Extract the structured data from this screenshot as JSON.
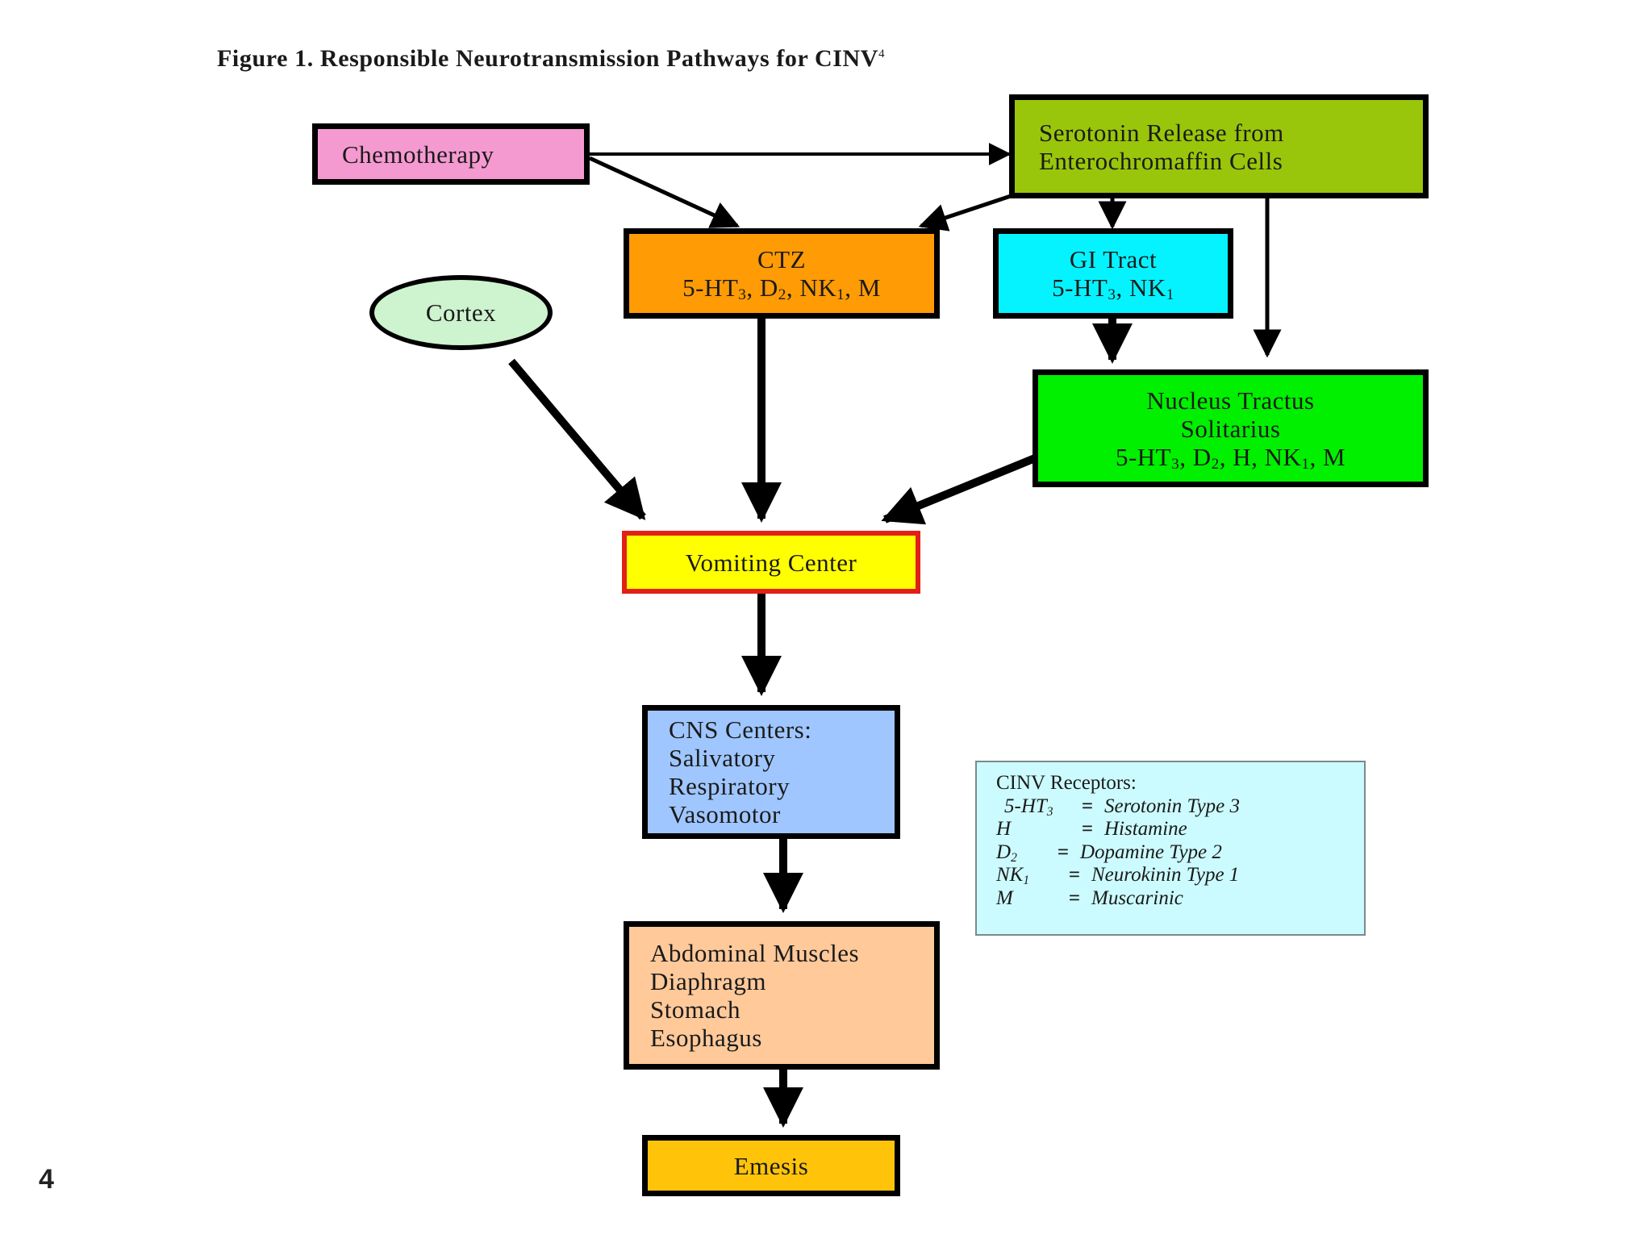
{
  "figure_title": "Figure 1.  Responsible Neurotransmission Pathways for CINV",
  "figure_title_ref": "4",
  "page_number": "4",
  "nodes": {
    "chemotherapy": {
      "lines": [
        "Chemotherapy"
      ],
      "color": "#f59ad1"
    },
    "serotonin_release": {
      "lines": [
        "Serotonin Release from",
        "Enterochromaffin Cells"
      ],
      "color": "#99c60a"
    },
    "ctz": {
      "title": "CTZ",
      "receptors_html": "5-HT<sub>3</sub>, D<sub>2</sub>, NK<sub>1</sub>, M",
      "color": "#ff9b05"
    },
    "gi_tract": {
      "title": "GI Tract",
      "receptors_html": "5-HT<sub>3</sub>, NK<sub>1</sub>",
      "color": "#04f3ff"
    },
    "cortex": {
      "lines": [
        "Cortex"
      ],
      "color": "#cdf3cf"
    },
    "nts": {
      "lines": [
        "Nucleus Tractus",
        "Solitarius"
      ],
      "receptors_html": "5-HT<sub>3</sub>, D<sub>2</sub>, H, NK<sub>1</sub>, M",
      "color": "#00f000"
    },
    "vomiting_center": {
      "lines": [
        "Vomiting Center"
      ],
      "color": "#ffff00",
      "border": "#e22018"
    },
    "cns_centers": {
      "lines": [
        "CNS Centers:",
        "Salivatory",
        "Respiratory",
        "Vasomotor"
      ],
      "color": "#9fc6ff"
    },
    "muscles": {
      "lines": [
        "Abdominal Muscles",
        "Diaphragm",
        "Stomach",
        "Esophagus"
      ],
      "color": "#ffc99a"
    },
    "emesis": {
      "lines": [
        "Emesis"
      ],
      "color": "#ffc40a"
    }
  },
  "legend": {
    "heading": "CINV Receptors:",
    "rows": [
      {
        "term_html": "5-HT<sub>3</sub>",
        "eq": "=",
        "def": "Serotonin Type 3"
      },
      {
        "term_html": "H",
        "eq": "=",
        "def": "Histamine"
      },
      {
        "term_html": "D<sub>2</sub>",
        "eq": "=",
        "def": "Dopamine Type 2"
      },
      {
        "term_html": "NK<sub>1</sub>",
        "eq": "=",
        "def": "Neurokinin Type 1"
      },
      {
        "term_html": "M",
        "eq": "=",
        "def": "Muscarinic"
      }
    ],
    "color": "#ccfbff"
  },
  "edges": [
    {
      "from": "Chemotherapy",
      "to": "Serotonin Release from Enterochromaffin Cells"
    },
    {
      "from": "Chemotherapy",
      "to": "CTZ"
    },
    {
      "from": "Serotonin Release from Enterochromaffin Cells",
      "to": "CTZ"
    },
    {
      "from": "Serotonin Release from Enterochromaffin Cells",
      "to": "GI Tract"
    },
    {
      "from": "Serotonin Release from Enterochromaffin Cells",
      "to": "Nucleus Tractus Solitarius"
    },
    {
      "from": "GI Tract",
      "to": "Nucleus Tractus Solitarius"
    },
    {
      "from": "Cortex",
      "to": "Vomiting Center"
    },
    {
      "from": "CTZ",
      "to": "Vomiting Center"
    },
    {
      "from": "Nucleus Tractus Solitarius",
      "to": "Vomiting Center"
    },
    {
      "from": "Vomiting Center",
      "to": "CNS Centers"
    },
    {
      "from": "CNS Centers",
      "to": "Abdominal Muscles / Diaphragm / Stomach / Esophagus"
    },
    {
      "from": "Abdominal Muscles / Diaphragm / Stomach / Esophagus",
      "to": "Emesis"
    }
  ]
}
